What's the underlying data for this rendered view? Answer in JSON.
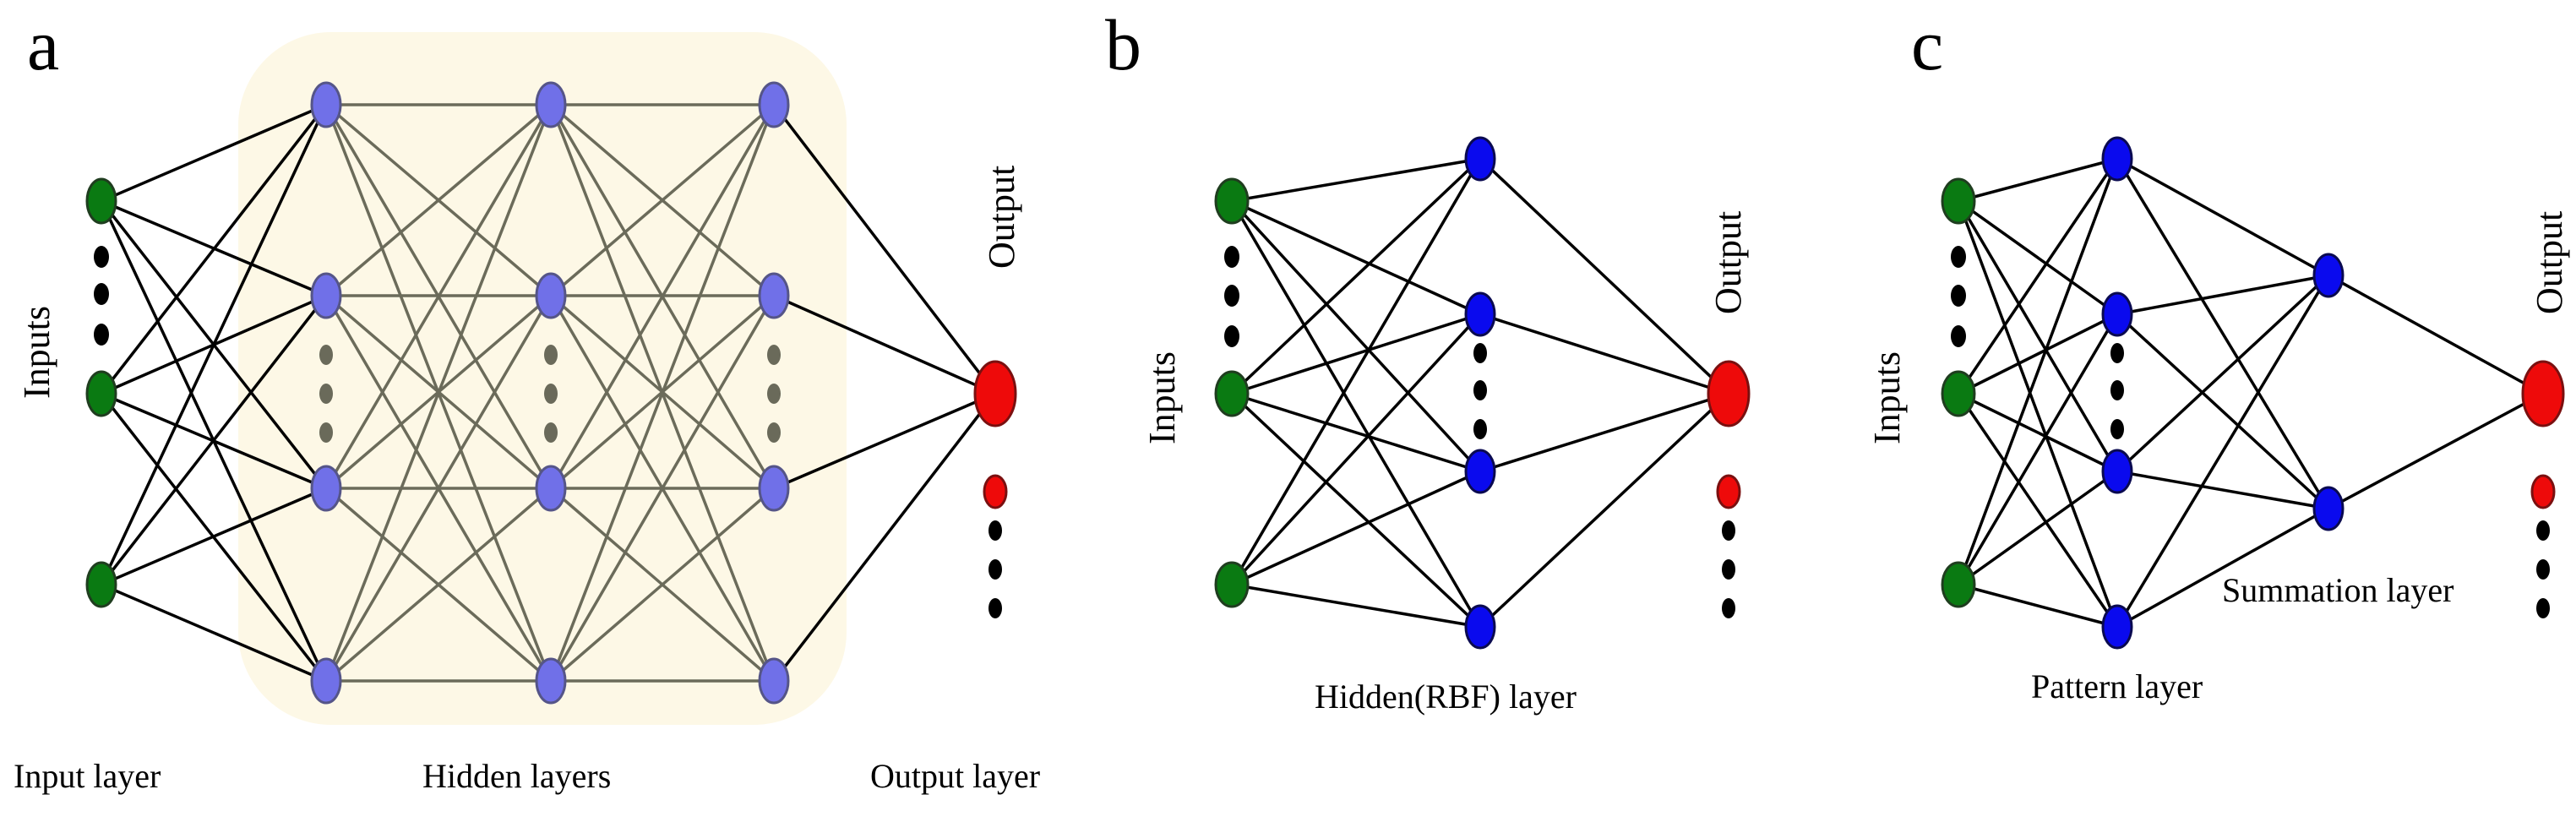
{
  "colors": {
    "input_node": "#0a7a12",
    "hidden_node_a": "#7070e8",
    "hidden_node_bc": "#0a0aee",
    "output_node": "#ee0a0a",
    "shade": "#fdf8e6",
    "edge_dark": "#000000",
    "edge_grey": "#6b6b5a"
  },
  "panels": [
    {
      "letter": "a",
      "inputs_label": "Inputs",
      "output_label": "Output",
      "input_layer_label": "Input layer",
      "hidden_layers_label": "Hidden layers",
      "output_layer_label": "Output layer"
    },
    {
      "letter": "b",
      "inputs_label": "Inputs",
      "output_label": "Output",
      "hidden_label": "Hidden(RBF) layer"
    },
    {
      "letter": "c",
      "inputs_label": "Inputs",
      "output_label": "Output",
      "pattern_label": "Pattern layer",
      "summation_label": "Summation layer"
    }
  ]
}
